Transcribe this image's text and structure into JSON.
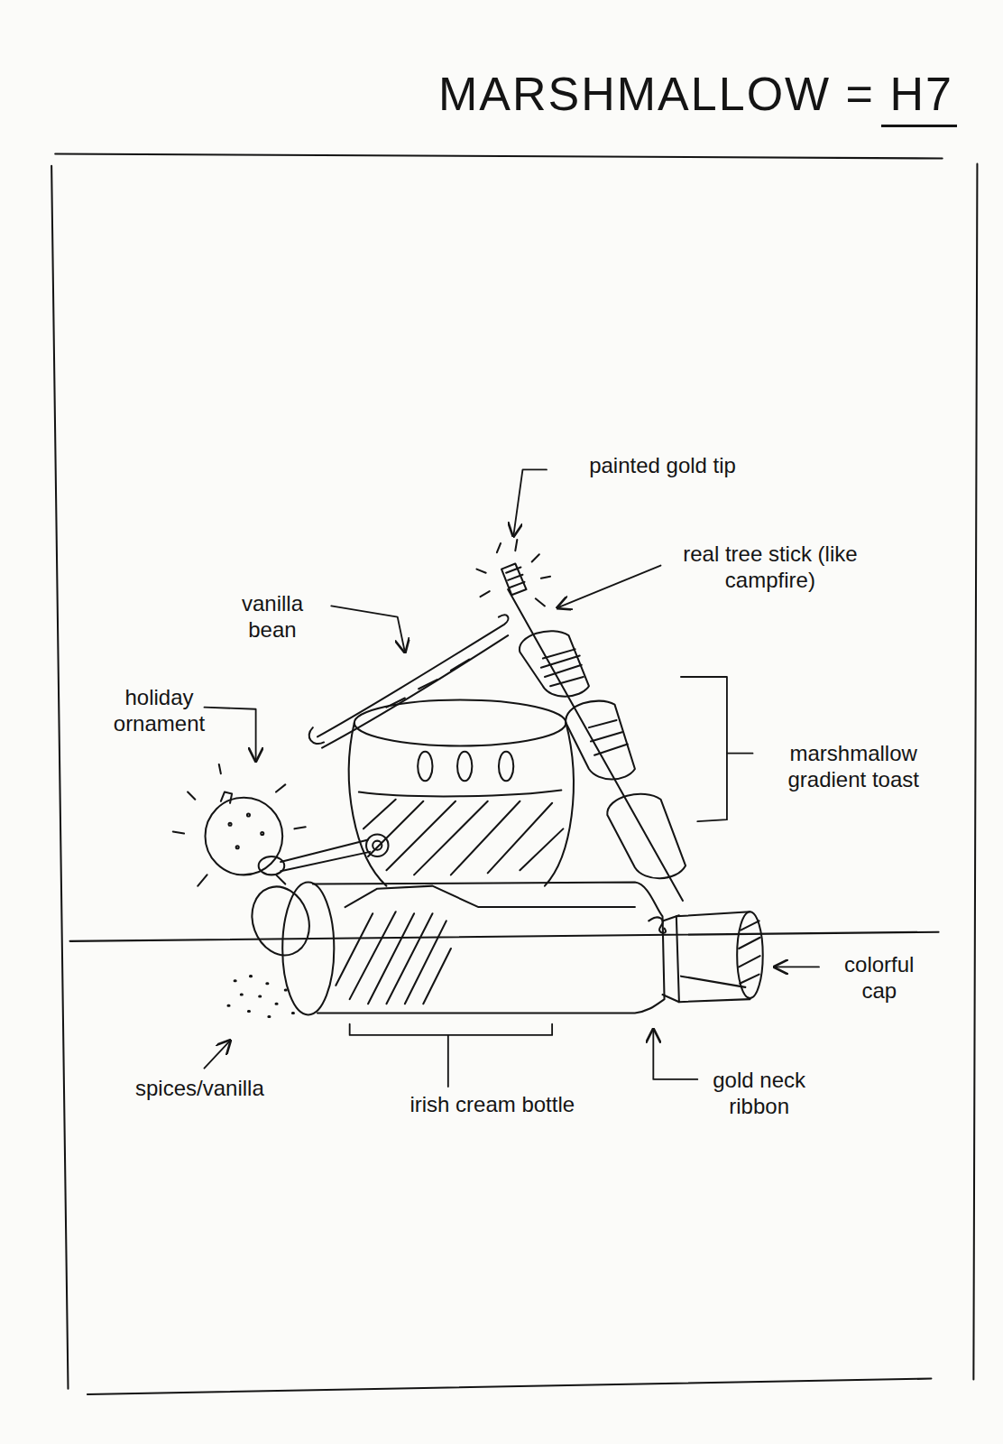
{
  "diagram": {
    "title": "MARSHMALLOW = H7",
    "labels": [
      "painted gold tip",
      "real tree stick (like campfire)",
      "vanilla bean",
      "holiday ornament",
      "marshmallow gradient toast",
      "colorful cap",
      "spices/vanilla",
      "irish cream bottle",
      "gold neck ribbon"
    ]
  }
}
